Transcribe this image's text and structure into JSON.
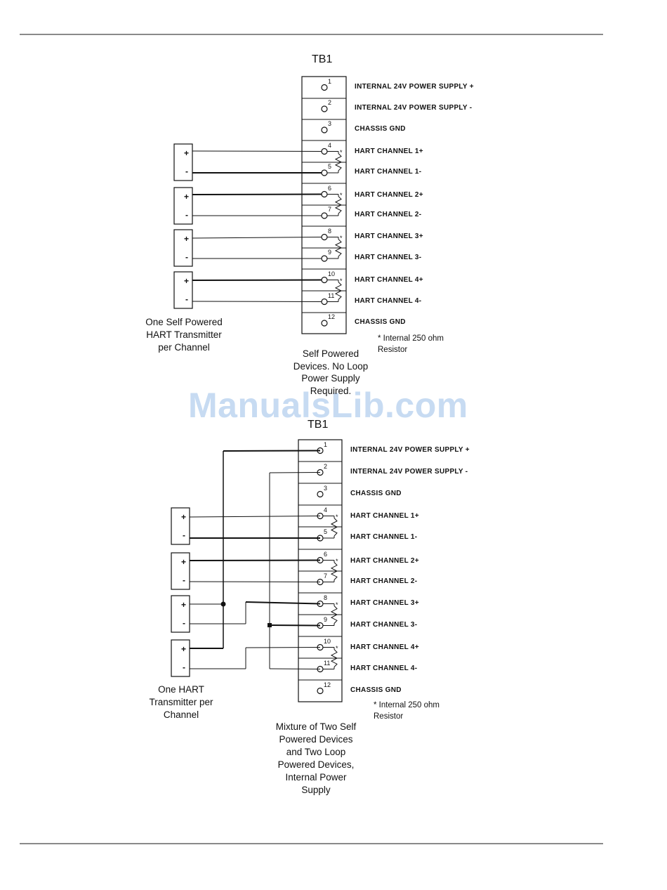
{
  "watermark": "ManualsLib.com",
  "diagram1": {
    "title": "TB1",
    "terminals": [
      {
        "num": "1",
        "label": "INTERNAL 24V POWER SUPPLY +"
      },
      {
        "num": "2",
        "label": "INTERNAL 24V  POWER SUPPLY -"
      },
      {
        "num": "3",
        "label": "CHASSIS GND"
      },
      {
        "num": "4",
        "label": "HART CHANNEL 1+"
      },
      {
        "num": "5",
        "label": "HART CHANNEL 1-"
      },
      {
        "num": "6",
        "label": "HART CHANNEL 2+"
      },
      {
        "num": "7",
        "label": "HART CHANNEL 2-"
      },
      {
        "num": "8",
        "label": "HART CHANNEL 3+"
      },
      {
        "num": "9",
        "label": "HART CHANNEL 3-"
      },
      {
        "num": "10",
        "label": "HART CHANNEL 4+"
      },
      {
        "num": "11",
        "label": "HART CHANNEL 4-"
      },
      {
        "num": "12",
        "label": "CHASSIS GND"
      }
    ],
    "transmitter_caption": "One Self Powered\nHART Transmitter\nper Channel",
    "resistor_note": "* Internal 250 ohm\n   Resistor",
    "caption": "Self Powered\nDevices. No Loop\nPower Supply\nRequired."
  },
  "diagram2": {
    "title": "TB1",
    "terminals": [
      {
        "num": "1",
        "label": "INTERNAL 24V POWER SUPPLY +"
      },
      {
        "num": "2",
        "label": "INTERNAL 24V  POWER SUPPLY -"
      },
      {
        "num": "3",
        "label": "CHASSIS GND"
      },
      {
        "num": "4",
        "label": "HART CHANNEL 1+"
      },
      {
        "num": "5",
        "label": "HART CHANNEL 1-"
      },
      {
        "num": "6",
        "label": "HART CHANNEL 2+"
      },
      {
        "num": "7",
        "label": "HART CHANNEL 2-"
      },
      {
        "num": "8",
        "label": "HART CHANNEL 3+"
      },
      {
        "num": "9",
        "label": "HART CHANNEL 3-"
      },
      {
        "num": "10",
        "label": "HART CHANNEL 4+"
      },
      {
        "num": "11",
        "label": "HART CHANNEL 4-"
      },
      {
        "num": "12",
        "label": "CHASSIS GND"
      }
    ],
    "transmitter_caption": "One HART\nTransmitter per\nChannel",
    "resistor_note": "* Internal 250 ohm\n   Resistor",
    "caption": "Mixture of Two Self\nPowered Devices\nand Two Loop\nPowered Devices,\nInternal Power\nSupply"
  },
  "device_plus": "+",
  "device_minus": "-"
}
